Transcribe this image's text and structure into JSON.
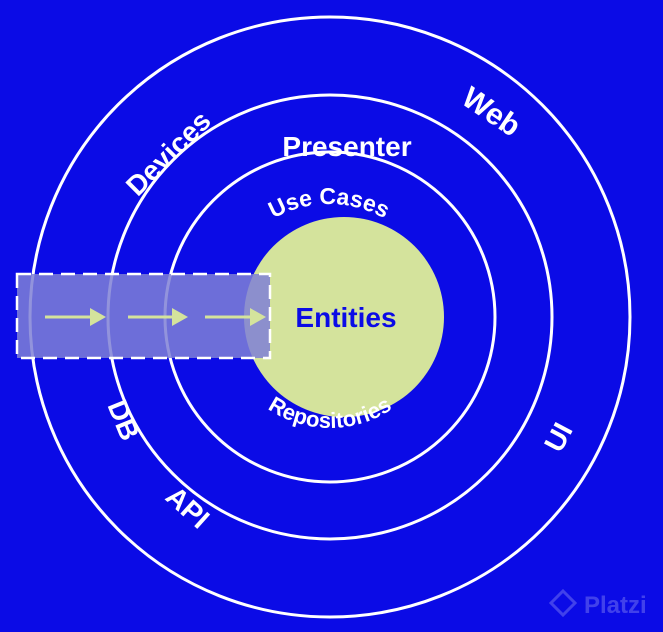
{
  "diagram": {
    "background": "#0b0be6",
    "ring_color": "#ffffff",
    "core_color": "#d4e39c",
    "core_text_color": "#0b0be6",
    "arrow_color": "#d4e39c",
    "flow_box_color": "#7f80d6",
    "layers": {
      "core": "Entities",
      "use_cases": "Use Cases",
      "presenter": "Presenter",
      "repositories": "Repositories",
      "web": "Web",
      "devices": "Devices",
      "ui": "UI",
      "db": "DB",
      "api": "API"
    },
    "watermark": "Platzi"
  }
}
